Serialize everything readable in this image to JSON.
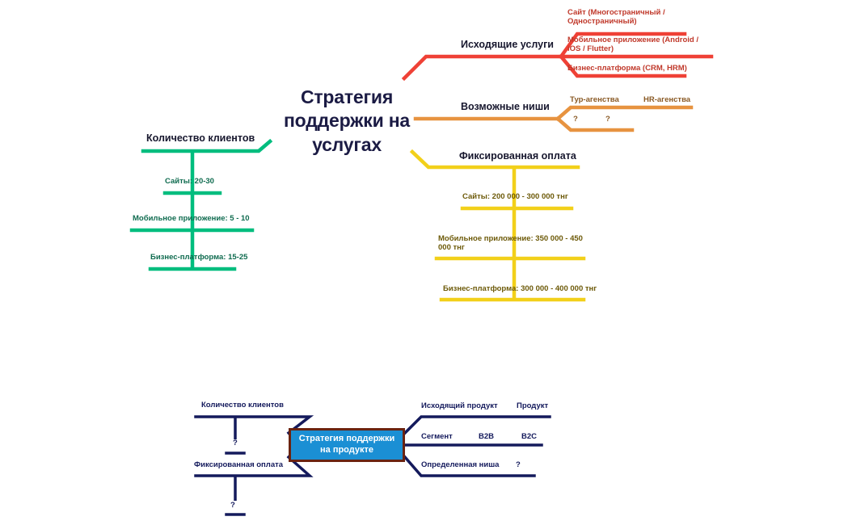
{
  "palette": {
    "red": "#ef4136",
    "orange": "#e79340",
    "green": "#00bd7e",
    "yellow": "#f2d01a",
    "navy": "#141a5c",
    "box_fill": "#1b8fd4",
    "box_border": "#6b2310",
    "title_color": "#1b1b44"
  },
  "services_map": {
    "center_title": "Стратегия поддержки на услугах",
    "branches": [
      {
        "id": "outgoing-services",
        "color": "#ef4136",
        "label": "Исходящие услуги",
        "children": [
          "Сайт (Многостраничный / Одностраничный)",
          "Мобильное приложение (Android / iOS / Flutter)",
          "Бизнес-платформа (CRM, HRM)"
        ]
      },
      {
        "id": "possible-niches",
        "color": "#e79340",
        "label": "Возможные ниши",
        "children": [
          "Тур-агенства",
          "HR-агенства",
          "?",
          "?"
        ]
      },
      {
        "id": "client-count",
        "color": "#00bd7e",
        "label": "Количество клиентов",
        "children": [
          "Сайты: 20-30",
          "Мобильное приложение: 5 - 10",
          "Бизнес-платформа: 15-25"
        ]
      },
      {
        "id": "fixed-payment",
        "color": "#f2d01a",
        "label": "Фиксированная оплата",
        "children": [
          "Сайты: 200 000 - 300 000 тнг",
          "Мобильное приложение: 350 000 - 450 000 тнг",
          "Бизнес-платформа: 300 000 - 400 000 тнг"
        ]
      }
    ]
  },
  "product_map": {
    "center_title": "Стратегия поддержки на продукте",
    "left_branches": [
      {
        "id": "client-count",
        "label": "Количество клиентов",
        "child": "?"
      },
      {
        "id": "fixed-payment",
        "label": "Фиксированная оплата",
        "child": "?"
      }
    ],
    "right_branches": [
      {
        "id": "outgoing-product",
        "label": "Исходящий продукт",
        "child": "Продукт"
      },
      {
        "id": "segment",
        "label": "Сегмент",
        "child_a": "B2B",
        "child_b": "B2C"
      },
      {
        "id": "defined-niche",
        "label": "Определенная ниша",
        "child": "?"
      }
    ]
  }
}
